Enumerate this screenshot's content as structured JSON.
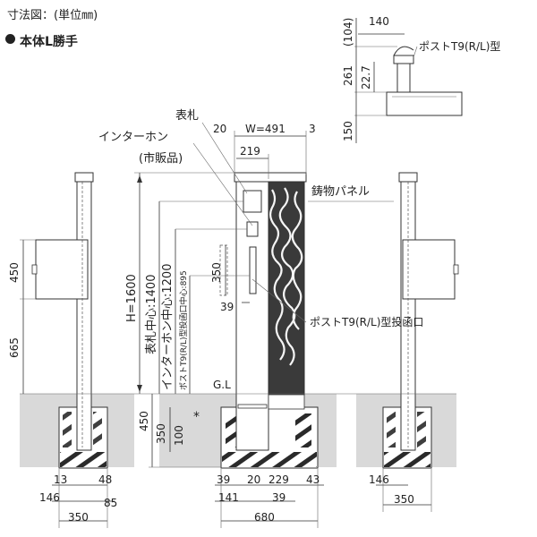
{
  "header": {
    "title": "寸法図：(単位㎜)",
    "subtitle": "本体L勝手"
  },
  "labels": {
    "nameplate": "表札",
    "intercom": "インターホン",
    "intercom_note": "(市販品)",
    "cast_panel": "鋳物パネル",
    "post_top": "ポストT9(R/L)型",
    "post_slot": "ポストT9(R/L)型投函口",
    "gl": "G.L",
    "h_total": "H=1600",
    "nameplate_center": "表札中心:1400",
    "intercom_center": "インターホン中心:1200",
    "post_slot_center": "ポストT9(R/L)型投函口中心:895",
    "asterisk": "*"
  },
  "dims": {
    "top_20": "20",
    "top_w": "W=491",
    "top_3": "3",
    "top_219": "219",
    "d_104": "(104)",
    "d_140": "140",
    "d_261": "261",
    "d_227": "22.7",
    "d_150": "150",
    "d_350_slot": "350",
    "d_39_slot": "39",
    "d_450_left": "450",
    "d_665": "665",
    "d_450_base": "450",
    "d_350_base": "350",
    "d_100": "100",
    "b_13": "13",
    "b_48": "48",
    "b_146_left": "146",
    "b_85": "85",
    "b_350_left": "350",
    "b_39a": "39",
    "b_20": "20",
    "b_229": "229",
    "b_43": "43",
    "b_141": "141",
    "b_39b": "39",
    "b_680": "680",
    "b_146_right": "146",
    "b_350_right": "350"
  },
  "colors": {
    "ground": "#d9d9d9",
    "concrete": "#ffffff",
    "line": "#333333",
    "panel_dark": "#3a3a3a"
  }
}
